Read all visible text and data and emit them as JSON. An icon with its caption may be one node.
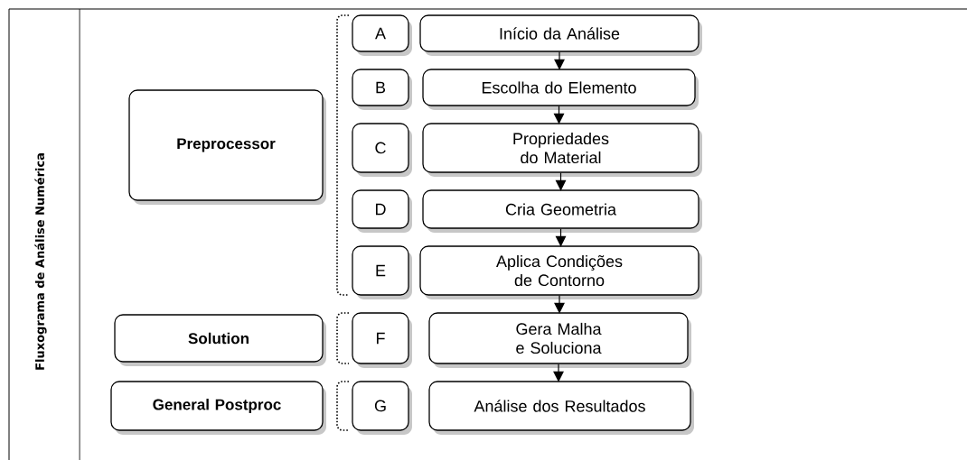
{
  "diagram": {
    "title": "Fluxograma de Análise Numérica",
    "nodes": [
      {
        "text": [
          "Preprocessor"
        ]
      },
      {
        "text": [
          "A"
        ]
      },
      {
        "text": [
          "Início da Análise"
        ]
      },
      {
        "text": [
          "B"
        ]
      },
      {
        "text": [
          "Escolha do Elemento"
        ]
      },
      {
        "text": [
          "C"
        ]
      },
      {
        "text": [
          "Propriedades do Material"
        ]
      },
      {
        "text": [
          "D"
        ]
      },
      {
        "text": [
          "Cria Geometria"
        ]
      },
      {
        "text": [
          "E"
        ]
      },
      {
        "text": [
          "Aplica Condições de Contorno"
        ]
      },
      {
        "text": [
          "Solution"
        ]
      },
      {
        "text": [
          "F"
        ]
      },
      {
        "text": [
          "Gera Malha e Soluciona"
        ]
      },
      {
        "text": [
          "General Postproc"
        ]
      },
      {
        "text": [
          "G"
        ]
      },
      {
        "text": [
          "Análise dos Resultados"
        ]
      }
    ],
    "edges": [
      {
        "from": 2,
        "to": 4,
        "arrow": "to"
      },
      {
        "from": 4,
        "to": 6,
        "arrow": "to"
      },
      {
        "from": 6,
        "to": 8,
        "arrow": "to"
      },
      {
        "from": 8,
        "to": 10,
        "arrow": "to"
      },
      {
        "from": 10,
        "to": 13,
        "arrow": "to"
      },
      {
        "from": 13,
        "to": 16,
        "arrow": "to"
      }
    ]
  }
}
